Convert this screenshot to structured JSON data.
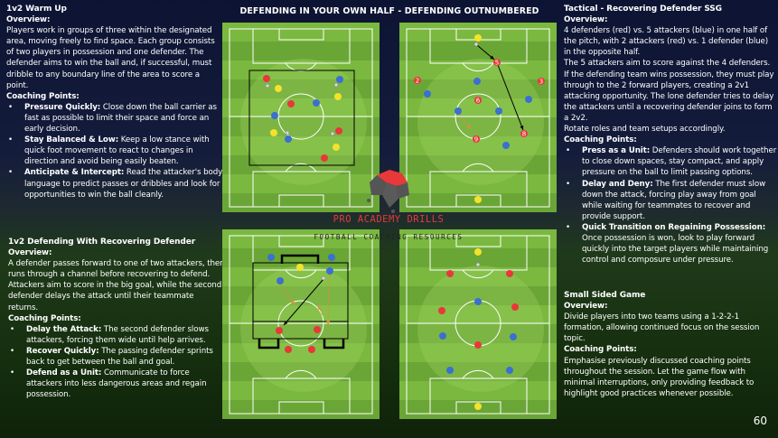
{
  "title": "DEFENDING IN YOUR OWN HALF - DEFENDING OUTNUMBERED",
  "brand": {
    "name": "PRO ACADEMY DRILLS",
    "tagline": "FOOTBALL COACHING RESOURCES"
  },
  "page_number": "60",
  "sections": {
    "warmup": {
      "title": "1v2 Warm Up",
      "overview_label": "Overview:",
      "overview": "Players work in groups of three within the designated area, moving freely to find space. Each group consists of two players in possession and one defender. The defender aims to win the ball and, if successful, must dribble to any boundary line of the area to score a point.",
      "cp_label": "Coaching Points:",
      "points": [
        {
          "b": "Pressure Quickly:",
          "t": " Close down the ball carrier as fast as possible to limit their space and force an early decision."
        },
        {
          "b": "Stay Balanced & Low:",
          "t": " Keep a low stance with quick foot movement to react to changes in direction and avoid being easily beaten."
        },
        {
          "b": "Anticipate & Intercept:",
          "t": " Read the attacker's body language to predict passes or dribbles and look for opportunities to win the ball cleanly."
        }
      ]
    },
    "recovering": {
      "title": "1v2 Defending With Recovering Defender",
      "overview_label": "Overview:",
      "overview": "A defender passes forward to one of two attackers, then runs through a channel before recovering to defend. Attackers aim to score in the big goal, while the second defender delays the attack until their teammate returns.",
      "cp_label": "Coaching Points:",
      "points": [
        {
          "b": "Delay the Attack:",
          "t": " The second defender slows attackers, forcing them wide until help arrives."
        },
        {
          "b": "Recover Quickly:",
          "t": " The passing defender sprints back to get between the ball and goal."
        },
        {
          "b": "Defend as a Unit:",
          "t": " Communicate to force attackers into less dangerous areas and regain possession."
        }
      ]
    },
    "tactical": {
      "title": "Tactical - Recovering Defender SSG",
      "overview_label": "Overview:",
      "overview": "4 defenders (red) vs. 5 attackers (blue) in one half of the pitch, with 2 attackers (red) vs. 1 defender (blue) in the opposite half.",
      "overview2": "The 5 attackers aim to score against the 4 defenders. If the defending team wins possession, they must play through to the 2 forward players, creating a 2v1 attacking opportunity. The lone defender tries to delay the attackers until a recovering defender joins to form a 2v2.",
      "overview3": "Rotate roles and team setups accordingly.",
      "cp_label": "Coaching Points:",
      "points": [
        {
          "b": "Press as a Unit:",
          "t": " Defenders should work together to close down spaces, stay compact, and apply pressure on the ball to limit passing options."
        },
        {
          "b": "Delay and Deny:",
          "t": " The first defender must slow down the attack, forcing play away from goal while waiting for teammates to recover and provide support."
        },
        {
          "b": "Quick Transition on Regaining Possession:",
          "t": " Once possession is won, look to play forward quickly into the target players while maintaining control and composure under pressure."
        }
      ]
    },
    "ssg": {
      "title": "Small Sided Game",
      "overview_label": "Overview:",
      "overview": "Divide players into two teams using a 1-2-2-1 formation, allowing continued focus on the session topic.",
      "cp_label": "Coaching Points:",
      "cp": "Emphasise previously discussed coaching points throughout the session. Let the game flow with minimal interruptions, only providing feedback to highlight good practices whenever possible."
    }
  },
  "player_numbers": [
    "5",
    "2",
    "3",
    "6",
    "9",
    "8"
  ],
  "colors": {
    "red": "#e8383a",
    "blue": "#3b6fd1",
    "yellow": "#f5e22a",
    "grass": "#7ab83f",
    "brand": "#e63a3a"
  }
}
